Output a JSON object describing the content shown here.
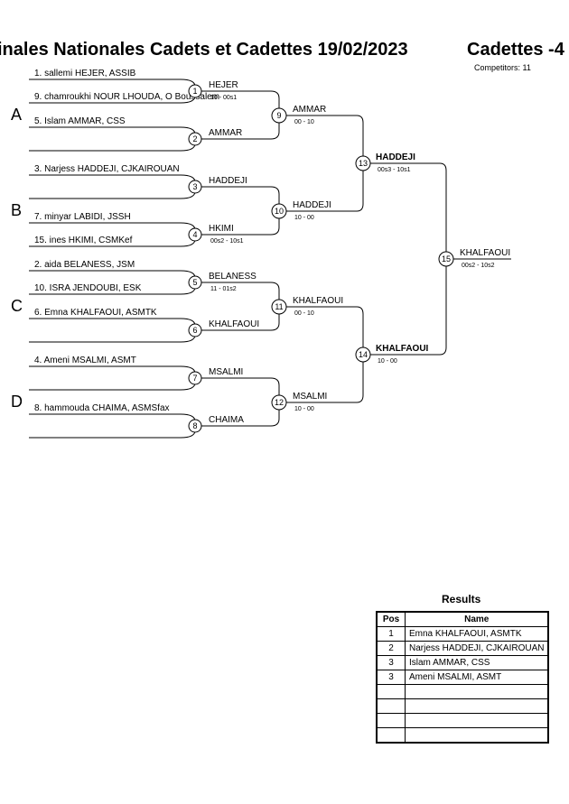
{
  "header": {
    "title": "inales Nationales Cadets et Cadettes  19/02/2023",
    "category": "Cadettes -4",
    "competitors": "Competitors: 11"
  },
  "pools": [
    "A",
    "B",
    "C",
    "D"
  ],
  "entries": [
    "1. sallemi HEJER, ASSIB",
    "9. chamroukhi NOUR LHOUDA, O Boussalem",
    "5. Islam AMMAR, CSS",
    "3. Narjess HADDEJI, CJKAIROUAN",
    "7. minyar LABIDI, JSSH",
    "15. ines HKIMI, CSMKef",
    "2. aida BELANESS, JSM",
    "10. ISRA JENDOUBI, ESK",
    "6. Emna KHALFAOUI, ASMTK",
    "4. Ameni MSALMI, ASMT",
    "8. hammouda CHAIMA, ASMSfax"
  ],
  "matches": [
    {
      "num": "1",
      "winner": "HEJER",
      "score": "10 - 00s1"
    },
    {
      "num": "2",
      "winner": "AMMAR",
      "score": ""
    },
    {
      "num": "3",
      "winner": "HADDEJI",
      "score": ""
    },
    {
      "num": "4",
      "winner": "HKIMI",
      "score": "00s2 - 10s1"
    },
    {
      "num": "5",
      "winner": "BELANESS",
      "score": "11 - 01s2"
    },
    {
      "num": "6",
      "winner": "KHALFAOUI",
      "score": ""
    },
    {
      "num": "7",
      "winner": "MSALMI",
      "score": ""
    },
    {
      "num": "8",
      "winner": "CHAIMA",
      "score": ""
    },
    {
      "num": "9",
      "winner": "AMMAR",
      "score": "00 - 10"
    },
    {
      "num": "10",
      "winner": "HADDEJI",
      "score": "10 - 00"
    },
    {
      "num": "11",
      "winner": "KHALFAOUI",
      "score": "00 - 10"
    },
    {
      "num": "12",
      "winner": "MSALMI",
      "score": "10 - 00"
    },
    {
      "num": "13",
      "winner": "HADDEJI",
      "score": "00s3 - 10s1"
    },
    {
      "num": "14",
      "winner": "KHALFAOUI",
      "score": "10 - 00"
    },
    {
      "num": "15",
      "winner": "KHALFAOUI",
      "score": "00s2 - 10s2"
    }
  ],
  "results": {
    "title": "Results",
    "headers": {
      "pos": "Pos",
      "name": "Name"
    },
    "rows": [
      {
        "pos": "1",
        "name": "Emna KHALFAOUI, ASMTK"
      },
      {
        "pos": "2",
        "name": "Narjess HADDEJI, CJKAIROUAN"
      },
      {
        "pos": "3",
        "name": "Islam AMMAR, CSS"
      },
      {
        "pos": "3",
        "name": "Ameni MSALMI, ASMT"
      },
      {
        "pos": "",
        "name": ""
      },
      {
        "pos": "",
        "name": ""
      },
      {
        "pos": "",
        "name": ""
      },
      {
        "pos": "",
        "name": ""
      }
    ]
  }
}
